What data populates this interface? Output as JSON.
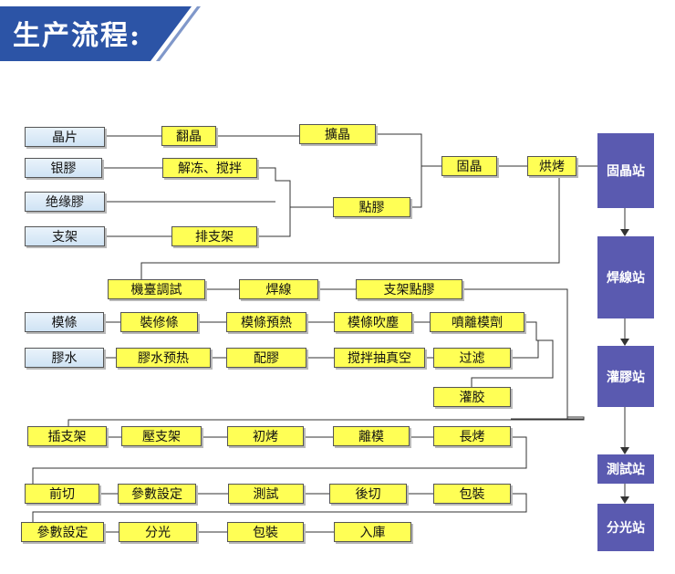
{
  "title": "生产流程:",
  "colors": {
    "banner": "#2c54a6",
    "process_box": "#ffff55",
    "material_box": "#d6e8f6",
    "station": "#5a5ab0",
    "line": "#333333"
  },
  "materials": [
    "晶片",
    "银膠",
    "绝缘膠",
    "支架",
    "模條",
    "膠水"
  ],
  "process_steps": [
    "翻晶",
    "擴晶",
    "解冻、搅拌",
    "點膠",
    "排支架",
    "固晶",
    "烘烤",
    "機臺調試",
    "焊線",
    "支架點膠",
    "裝修條",
    "模條預熱",
    "模條吹塵",
    "噴離模劑",
    "膠水预热",
    "配膠",
    "搅拌抽真空",
    "过滤",
    "灌胶",
    "插支架",
    "壓支架",
    "初烤",
    "離模",
    "長烤",
    "前切",
    "參數設定",
    "測試",
    "後切",
    "包裝",
    "參數設定",
    "分光",
    "包裝",
    "入庫"
  ],
  "stations": [
    "固晶站",
    "焊線站",
    "灌膠站",
    "測試站",
    "分光站"
  ]
}
